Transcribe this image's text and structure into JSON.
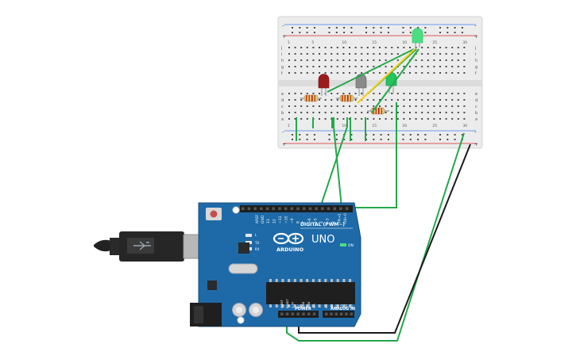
{
  "breadboard": {
    "row_letters_top": [
      "j",
      "i",
      "h",
      "g",
      "f"
    ],
    "row_letters_bottom": [
      "e",
      "d",
      "c",
      "b",
      "a"
    ],
    "column_numbers": [
      "1",
      "5",
      "10",
      "15",
      "20",
      "25",
      "30"
    ],
    "rail_plus": "+",
    "rail_minus": "–"
  },
  "components": {
    "leds": [
      {
        "name": "red-led",
        "color": "#9b1c1c"
      },
      {
        "name": "gray-led",
        "color": "#8a8a8a"
      },
      {
        "name": "green-led-small",
        "color": "#22c55e"
      },
      {
        "name": "green-led-top",
        "color": "#4ade80"
      }
    ],
    "resistor_band_colors": [
      "#c2410c",
      "#c2410c",
      "#b91c1c",
      "#a16207"
    ]
  },
  "wires": {
    "green": "#22a94a",
    "yellow": "#facc15",
    "black": "#1a1a1a"
  },
  "arduino": {
    "board_color": "#1e6aa8",
    "logo_text": "ARDUINO",
    "model_text": "UNO",
    "on_label": "ON",
    "digital_label": "DIGITAL (PWM~)",
    "power_label": "POWER",
    "analog_label": "ANALOG IN",
    "l_label": "L",
    "tx_label": "TX",
    "rx_label": "RX",
    "aref_label": "AREF",
    "gnd_label": "GND",
    "digital_pins": [
      "13",
      "12",
      "~11",
      "~10",
      "~9",
      "8",
      "7",
      "~6",
      "~5",
      "4",
      "~3",
      "2",
      "TX→1",
      "RX←0"
    ],
    "power_pins": [
      "IOREF",
      "RESET",
      "3.3V",
      "5V",
      "GND",
      "GND",
      "Vin"
    ],
    "analog_pins": [
      "A0",
      "A1",
      "A2",
      "A3",
      "A4",
      "A5"
    ]
  }
}
